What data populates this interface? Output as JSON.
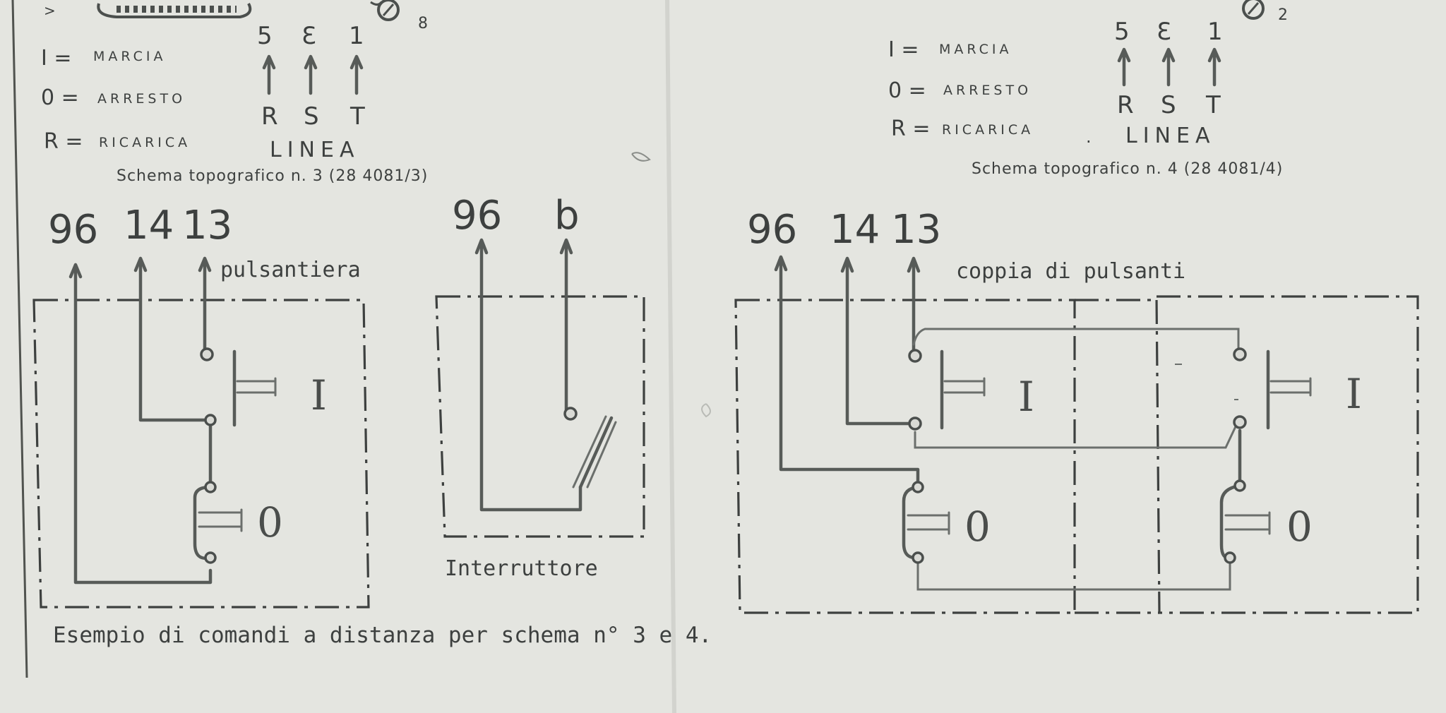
{
  "topology_left": {
    "legend": [
      {
        "key": "I =",
        "text": "MARCIA"
      },
      {
        "key": "0 =",
        "text": "ARRESTO"
      },
      {
        "key": "R =",
        "text": "RICARICA"
      }
    ],
    "phase_top": [
      "5",
      "Ɛ",
      "1"
    ],
    "phase_bottom": [
      "R",
      "S",
      "T"
    ],
    "linea": "LINEA",
    "caption": "Schema topografico n. 3 (28 4081/3)"
  },
  "topology_right": {
    "legend": [
      {
        "key": "I =",
        "text": "MARCIA"
      },
      {
        "key": "0 =",
        "text": "ARRESTO"
      },
      {
        "key": "R =",
        "text": "RICARICA"
      }
    ],
    "phase_top": [
      "5",
      "Ɛ",
      "1"
    ],
    "phase_bottom": [
      "R",
      "S",
      "T"
    ],
    "linea": "LINEA",
    "caption": "Schema topografico n. 4 (28 4081/4)"
  },
  "diagram_pulsantiera": {
    "terminals": [
      "96",
      "14",
      "13"
    ],
    "label": "pulsantiera",
    "button_on": "I",
    "button_off": "0"
  },
  "diagram_interruttore": {
    "terminals": [
      "96",
      "b"
    ],
    "label": "Interruttore"
  },
  "diagram_coppia": {
    "terminals": [
      "96",
      "14",
      "13"
    ],
    "label": "coppia di pulsanti",
    "button_on_left": "I",
    "button_off_left": "0",
    "button_on_right": "I",
    "button_off_right": "0"
  },
  "footer": {
    "caption": "Esempio di comandi a distanza per schema n° 3 e 4."
  }
}
